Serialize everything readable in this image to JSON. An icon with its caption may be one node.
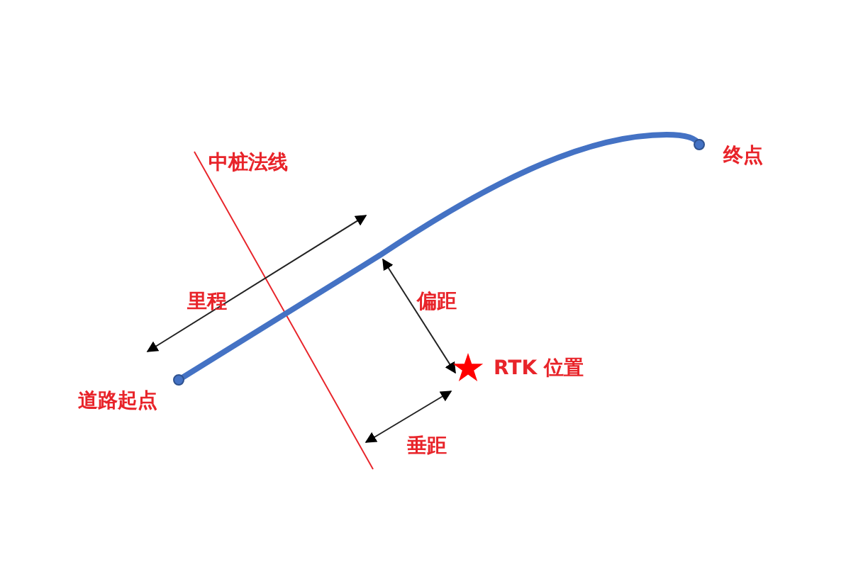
{
  "diagram": {
    "nodes": [
      {
        "text": [
          "道路起点"
        ]
      },
      {
        "text": [
          "终点"
        ]
      },
      {
        "text": [
          "RTK 位置"
        ]
      }
    ],
    "edges": [
      {
        "from": 0,
        "to": 1,
        "arrow": "other"
      }
    ],
    "labels": [
      "中桩法线",
      "里程",
      "偏距",
      "垂距"
    ]
  }
}
